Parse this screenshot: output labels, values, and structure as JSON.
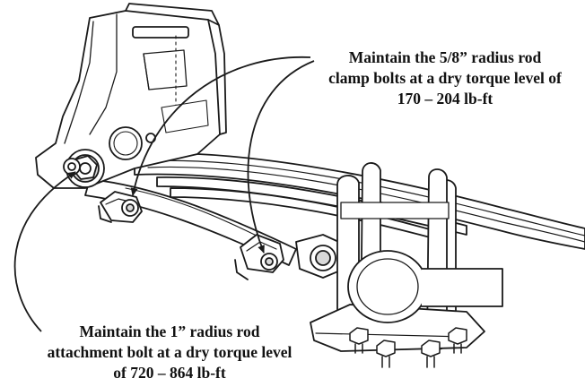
{
  "callouts": {
    "clamp_bolts": {
      "line1": "Maintain the 5/8” radius rod",
      "line2": "clamp bolts at a dry torque level of",
      "line3": "170 – 204 lb-ft"
    },
    "attachment_bolt": {
      "line1": "Maintain the 1” radius rod",
      "line2": "attachment bolt at a dry torque level",
      "line3": "of 720 – 864 lb-ft"
    }
  },
  "colors": {
    "line": "#1a1a1a",
    "fill": "#ffffff",
    "shade": "#d9d9d9",
    "text": "#111111"
  }
}
